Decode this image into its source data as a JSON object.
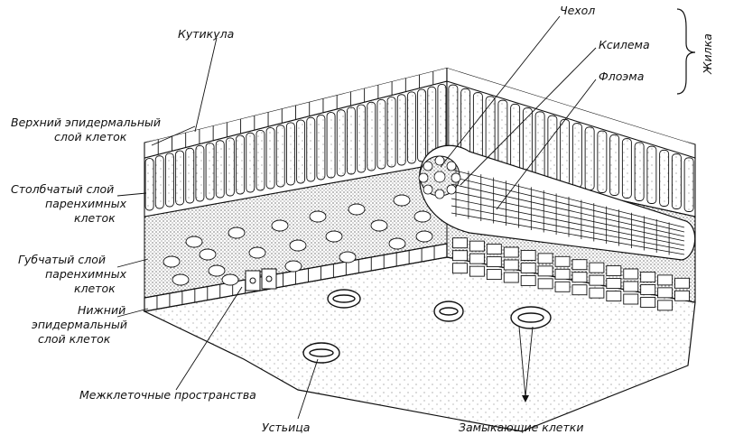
{
  "labels": {
    "cuticle": "Кутикула",
    "upper_epidermis": [
      "Верхний эпидермальный",
      "слой клеток"
    ],
    "palisade": [
      "Столбчатый слой",
      "паренхимных",
      "клеток"
    ],
    "spongy": [
      "Губчатый слой",
      "паренхимных",
      "клеток"
    ],
    "lower_epidermis": [
      "Нижний",
      "эпидермальный",
      "слой клеток"
    ],
    "intercellular": "Межклеточные пространства",
    "stoma": "Устьица",
    "guard_cells": "Замыкающие клетки",
    "sheath": "Чехол",
    "xylem": "Ксилема",
    "phloem": "Флоэма",
    "vein": "Жилка"
  },
  "colors": {
    "ink": "#111111",
    "background": "#ffffff"
  }
}
